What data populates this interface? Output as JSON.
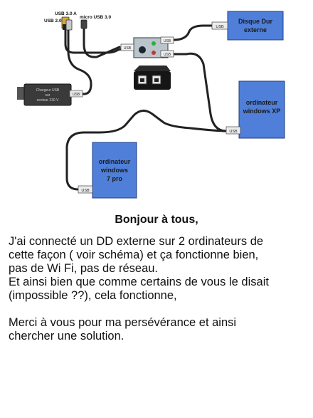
{
  "diagram": {
    "top_labels": {
      "usb30a": "USB 3.0 A",
      "usb20": "USB 2.0",
      "microusb": "micro USB 3.0"
    },
    "charger": {
      "line1": "Chargeur USB",
      "line2": "sur",
      "line3": "secteur 230 V",
      "port": "USB"
    },
    "hub": {
      "port_left": "USB",
      "port_top": "USB",
      "port_bottom": "USB"
    },
    "disk": {
      "line1": "Disque Dur",
      "line2": "externe",
      "port": "USB"
    },
    "pc_xp": {
      "line1": "ordinateur",
      "line2": "windows XP",
      "port": "USB"
    },
    "pc_7": {
      "line1": "ordinateur",
      "line2": "windows",
      "line3": "7 pro",
      "port": "USB"
    },
    "colors": {
      "box_blue": "#4f7fd9",
      "cable": "#222222",
      "hub_body": "#b9c4cc",
      "led_green": "#2fae3a"
    }
  },
  "message": {
    "title": "Bonjour à tous,",
    "p1_l1": "J'ai connecté un DD externe sur 2 ordinateurs de",
    "p1_l2": "cette façon ( voir schéma) et ça fonctionne bien,",
    "p1_l3": "pas de Wi Fi, pas de réseau.",
    "p1_l4": "Et ainsi bien que comme certains de vous le disait",
    "p1_l5": "(impossible ??), cela fonctionne,",
    "p2_l1": "Merci à vous pour ma persévérance et ainsi",
    "p2_l2": "chercher une solution."
  }
}
